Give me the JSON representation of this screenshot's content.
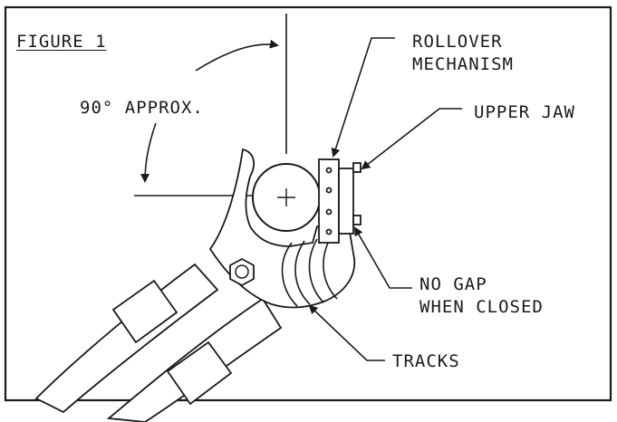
{
  "figure": {
    "title": "FIGURE 1",
    "labels": {
      "angle": "90° APPROX.",
      "rollover_line1": "ROLLOVER",
      "rollover_line2": "MECHANISM",
      "upper_jaw": "UPPER JAW",
      "no_gap_line1": "NO GAP",
      "no_gap_line2": "WHEN CLOSED",
      "tracks": "TRACKS"
    }
  }
}
